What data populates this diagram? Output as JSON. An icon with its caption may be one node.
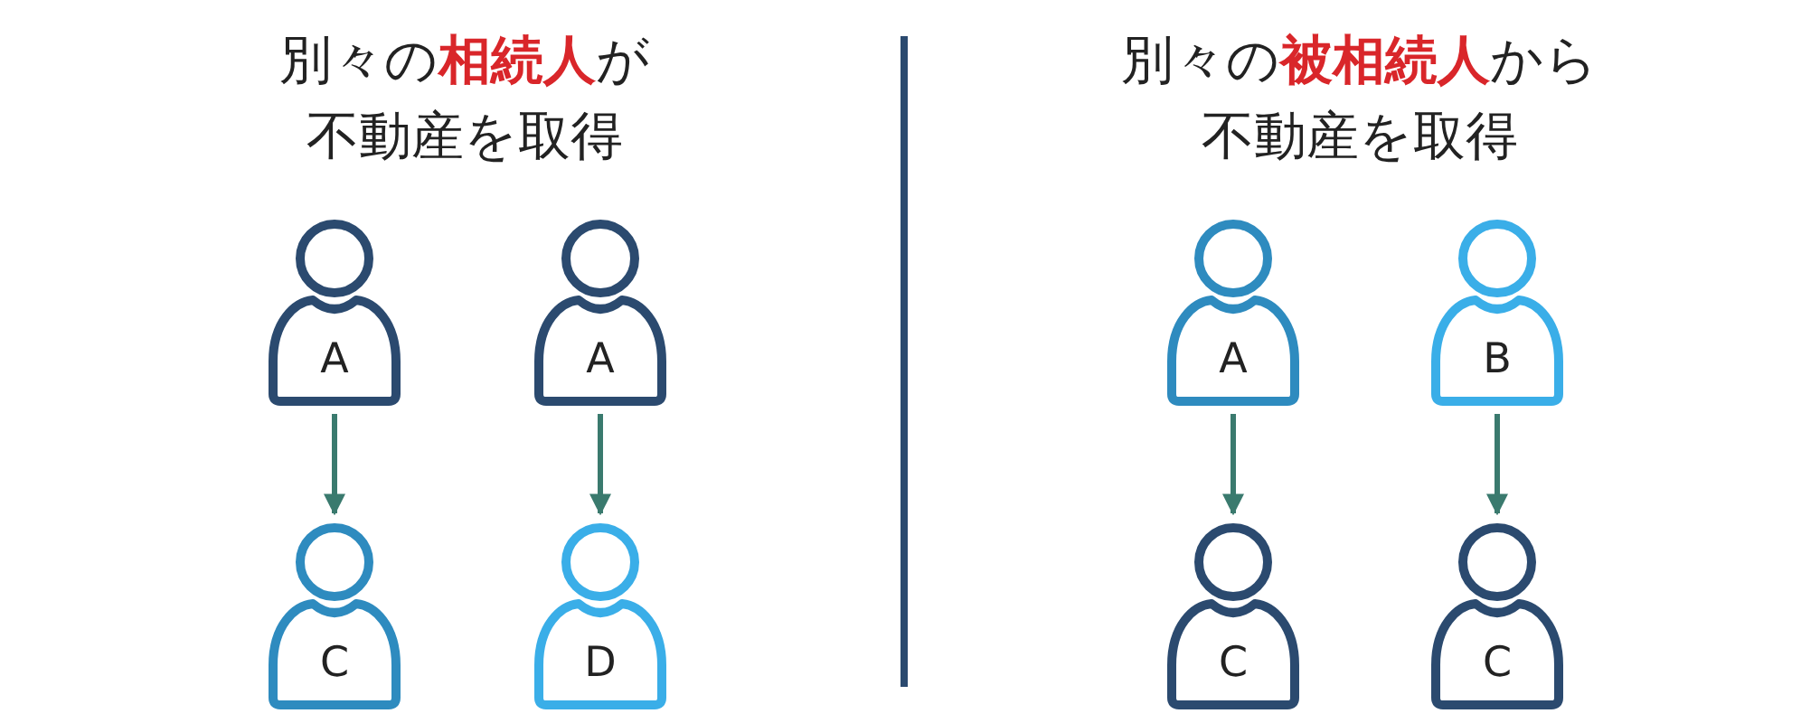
{
  "diagram": {
    "nodes": [
      {
        "text": [
          "A"
        ]
      },
      {
        "text": [
          "A"
        ]
      },
      {
        "text": [
          "C"
        ]
      },
      {
        "text": [
          "D"
        ]
      },
      {
        "text": [
          "A"
        ]
      },
      {
        "text": [
          "B"
        ]
      },
      {
        "text": [
          "C"
        ]
      },
      {
        "text": [
          "C"
        ]
      }
    ],
    "edges": [
      {
        "from": 0,
        "to": 2,
        "arrow": "to"
      },
      {
        "from": 1,
        "to": 3,
        "arrow": "to"
      },
      {
        "from": 4,
        "to": 6,
        "arrow": "to"
      },
      {
        "from": 5,
        "to": 7,
        "arrow": "to"
      }
    ],
    "labels": [
      "別々の**相続人**が不動産を取得",
      "別々の**被相続人**から不動産を取得"
    ]
  }
}
